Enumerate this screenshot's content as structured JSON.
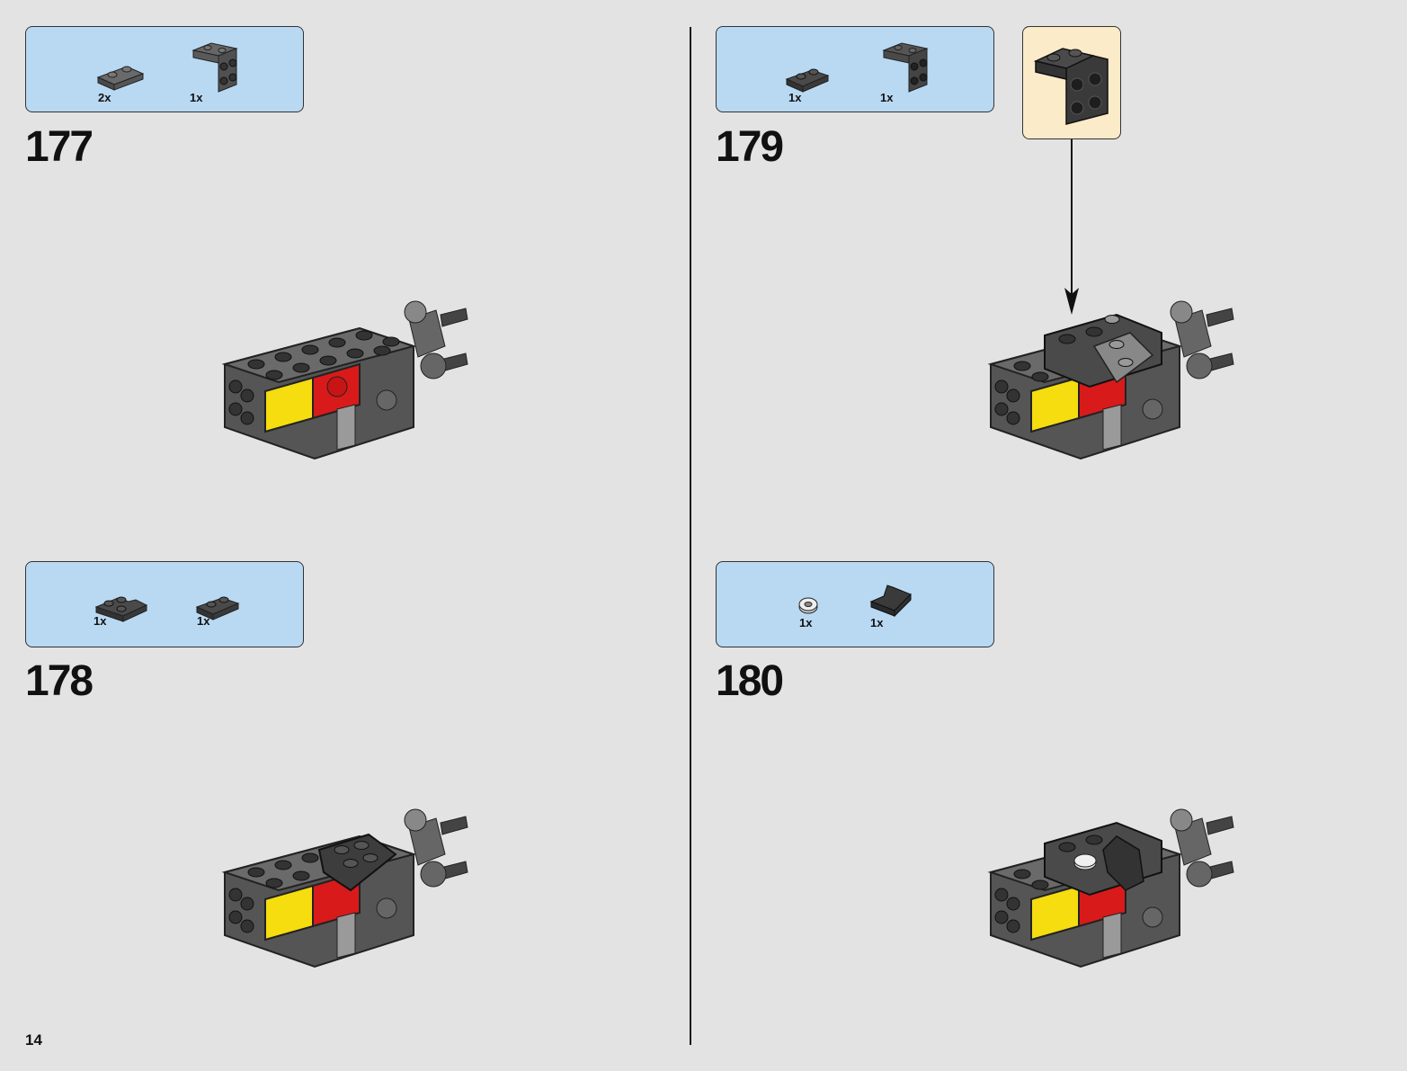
{
  "page": {
    "number": "14"
  },
  "colors": {
    "parts_bg": "#b9d9f3",
    "callout_bg": "#fcebc8",
    "page_bg": "#e3e3e3",
    "brick_dark": "#3a3a3a",
    "brick_mid": "#5a5a5a",
    "yellow": "#f5dd0f",
    "red": "#d91a1a"
  },
  "steps": [
    {
      "number": "177",
      "parts": [
        {
          "qty": "2x",
          "icon": "plate-1x2-icon"
        },
        {
          "qty": "1x",
          "icon": "bracket-2x2-icon"
        }
      ]
    },
    {
      "number": "178",
      "parts": [
        {
          "qty": "1x",
          "icon": "plate-corner-icon"
        },
        {
          "qty": "1x",
          "icon": "plate-1x2-icon"
        }
      ]
    },
    {
      "number": "179",
      "parts": [
        {
          "qty": "1x",
          "icon": "plate-1x2-icon"
        },
        {
          "qty": "1x",
          "icon": "bracket-2x2-icon"
        }
      ]
    },
    {
      "number": "180",
      "parts": [
        {
          "qty": "1x",
          "icon": "round-tile-icon"
        },
        {
          "qty": "1x",
          "icon": "slope-plate-icon"
        }
      ]
    }
  ]
}
